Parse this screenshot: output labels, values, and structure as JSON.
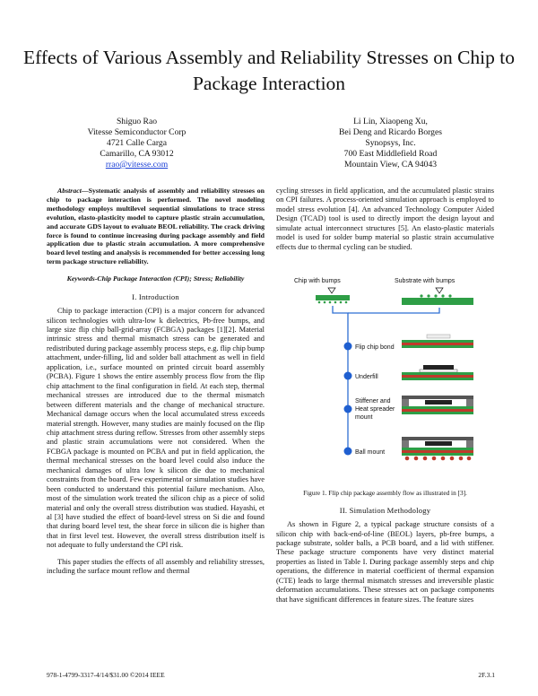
{
  "title": "Effects of Various Assembly and Reliability Stresses on Chip to Package Interaction",
  "author_left": {
    "name": "Shiguo Rao",
    "org": "Vitesse Semiconductor Corp",
    "street": "4721 Calle Carga",
    "city": "Camarillo, CA 93012",
    "email": "rrao@vitesse.com"
  },
  "author_right": {
    "name": "Li Lin, Xiaopeng Xu,",
    "name2": "Bei Deng and Ricardo Borges",
    "org": "Synopsys, Inc.",
    "street": "700 East Middlefield Road",
    "city": "Mountain View, CA 94043"
  },
  "abstract": {
    "label": "Abstract",
    "text": "—Systematic analysis of assembly and reliability stresses on chip to package interaction is performed. The novel modeling methodology employs multilevel sequential simulations to trace stress evolution, elasto-plasticity model to capture plastic strain accumulation, and accurate GDS layout to evaluate BEOL reliability. The crack driving force is found to continue increasing during package assembly and field application due to plastic strain accumulation. A more comprehensive board level testing and analysis is recommended for better accessing long term package structure reliability."
  },
  "keywords": "Keywords-Chip Package Interaction (CPI); Stress; Reliability",
  "section1": {
    "heading": "I.    Introduction",
    "p1": "Chip to package interaction (CPI) is a major concern for advanced silicon technologies with ultra-low k dielectrics, Pb-free bumps, and large size flip chip ball-grid-array (FCBGA) packages [1][2]. Material intrinsic stress and thermal mismatch stress can be generated and redistributed during package assembly process steps, e.g. flip chip bump attachment, under-filling, lid and solder ball attachment as well in field application, i.e., surface mounted on printed circuit board assembly (PCBA). Figure 1 shows the entire assembly process flow from the flip chip attachment to the final configuration in field. At each step, thermal mechanical stresses are introduced due to the thermal mismatch between different materials and the change of mechanical structure. Mechanical damage occurs when the local accumulated stress exceeds material strength. However, many studies are mainly focused on the flip chip attachment stress during reflow. Stresses from other assembly steps and plastic strain accumulations were not considered. When the FCBGA package is mounted on PCBA and put in field application, the thermal mechanical stresses on the board level could also induce the mechanical damages of ultra low k silicon die due to mechanical constraints from the board. Few experimental or simulation studies have been conducted to understand this potential failure mechanism. Also, most of the simulation work treated the silicon chip as a piece of solid material and only the overall stress distribution was studied. Hayashi, et al [3] have studied the effect of board-level stress on Si die and found that during board level test, the shear force in silicon die is higher than that in first level test. However, the overall stress distribution itself is not adequate to fully understand the CPI risk.",
    "p2": "This paper studies the effects of all assembly and reliability stresses, including the surface mount reflow and thermal"
  },
  "right_top": {
    "p1": "cycling stresses in field application, and the accumulated plastic strains on CPI failures. A process-oriented simulation approach is employed to model stress evolution [4]. An advanced Technology Computer Aided Design (TCAD) tool is used to directly import the design layout and simulate actual interconnect structures [5]. An elasto-plastic materials model is used for solder bump material so plastic strain accumulative effects due to thermal cycling can be studied."
  },
  "figure1": {
    "label_chip": "Chip with bumps",
    "label_substrate": "Substrate with bumps",
    "step1": "Flip chip bond",
    "step2": "Underfill",
    "step3a": "Stiffener and",
    "step3b": "Heat spreader",
    "step3c": "mount",
    "step4": "Ball mount",
    "caption": "Figure 1. Flip chip package assembly flow as illustrated in [3]."
  },
  "section2": {
    "heading": "II.    Simulation Methodology",
    "p1": "As shown in Figure 2, a typical package structure consists of a silicon chip with back-end-of-line (BEOL) layers, pb-free bumps, a package substrate, solder balls, a PCB board, and a lid with stiffener. These package structure components have very distinct material properties as listed in Table I. During package assembly steps and chip operations, the difference in material coefficient of thermal expansion (CTE) leads to large thermal mismatch stresses and irreversible plastic deformation accumulations. These stresses act on package components that have significant differences in feature sizes. The feature sizes"
  },
  "footer": {
    "left": "978-1-4799-3317-4/14/$31.00 ©2014 IEEE",
    "right": "2F.3.1"
  },
  "colors": {
    "flow_line": "#2f6fd3",
    "flow_node": "#1f5fd0",
    "package_green": "#2e9e46",
    "package_red": "#c0392b",
    "email_link": "#1a3fd6"
  }
}
